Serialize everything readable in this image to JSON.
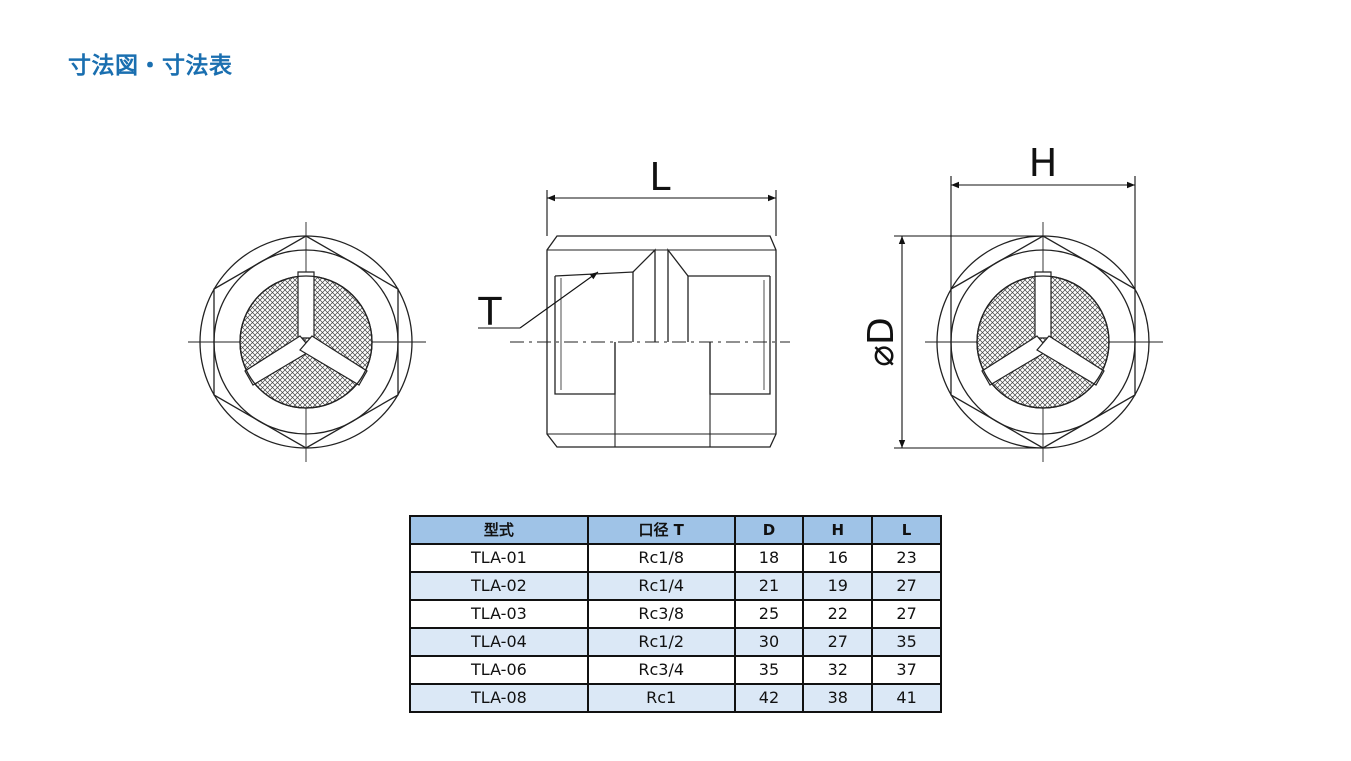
{
  "page": {
    "title": "寸法図・寸法表"
  },
  "drawing": {
    "labels": {
      "length": "L",
      "thread": "T",
      "height": "H",
      "diameter": "⌀D"
    }
  },
  "table": {
    "headers": [
      "型式",
      "口径 T",
      "D",
      "H",
      "L"
    ],
    "rows": [
      [
        "TLA-01",
        "Rc1/8",
        "18",
        "16",
        "23"
      ],
      [
        "TLA-02",
        "Rc1/4",
        "21",
        "19",
        "27"
      ],
      [
        "TLA-03",
        "Rc3/8",
        "25",
        "22",
        "27"
      ],
      [
        "TLA-04",
        "Rc1/2",
        "30",
        "27",
        "35"
      ],
      [
        "TLA-06",
        "Rc3/4",
        "35",
        "32",
        "37"
      ],
      [
        "TLA-08",
        "Rc1",
        "42",
        "38",
        "41"
      ]
    ]
  },
  "colors": {
    "title": "#1a6fb0",
    "header_bg": "#9fc3e7",
    "row_alt_bg": "#dbe8f6"
  }
}
